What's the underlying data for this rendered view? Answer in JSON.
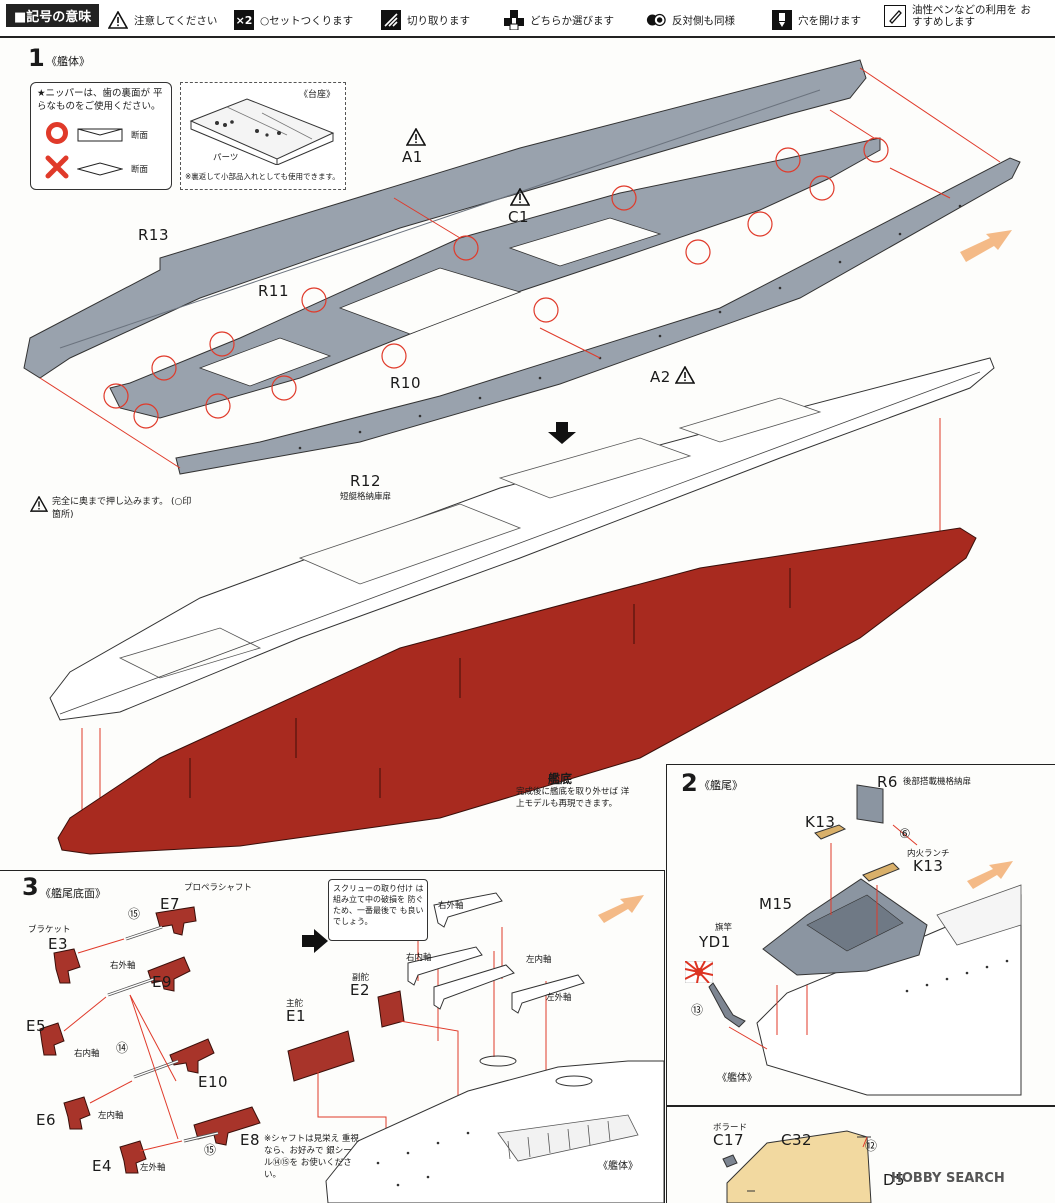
{
  "legend": {
    "title": "■記号の意味",
    "items": [
      {
        "icon": "warning-icon",
        "glyph": "⚠",
        "label": "注意してください"
      },
      {
        "icon": "set-x2-icon",
        "glyph": "×2",
        "label": "○セットつくります"
      },
      {
        "icon": "cut-icon",
        "glyph": "✂",
        "label": "切り取ります"
      },
      {
        "icon": "either-icon",
        "glyph": "◐",
        "label": "どちらか選びます"
      },
      {
        "icon": "mirror-icon",
        "glyph": "●",
        "label": "反対側も同様"
      },
      {
        "icon": "drill-icon",
        "glyph": "▼",
        "label": "穴を開けます"
      },
      {
        "icon": "pen-icon",
        "glyph": "✎",
        "label": "油性ペンなどの利用を おすすめします"
      }
    ]
  },
  "step1": {
    "number": "1",
    "title": "《艦体》",
    "nipper_note": "★ニッパーは、歯の裏面が 平らなものをご使用ください。",
    "cross_section": "断面",
    "stand_title": "《台座》",
    "stand_parts": "パーツ",
    "stand_note": "※裏返して小部品入れとしても使用できます。",
    "parts": {
      "a1": "A1",
      "c1": "C1",
      "a2": "A2",
      "r13": "R13",
      "r11": "R11",
      "r10": "R10",
      "r12": "R12"
    },
    "r12_caption": "短艇格納庫扉",
    "push_note": "完全に奥まで押し込みます。 (○印箇所)",
    "hull_bottom": "艦底",
    "hull_bottom_note": "完成後に艦底を取り外せば 洋上モデルも再現できます。"
  },
  "step2": {
    "number": "2",
    "title": "《艦尾》",
    "parts": {
      "r6": "R6",
      "k13a": "K13",
      "k13b": "K13",
      "m15": "M15",
      "yd1": "YD1"
    },
    "r6_caption": "後部搭載機格納扉",
    "k13_caption": "内火ランチ",
    "flagpole": "旗竿",
    "circle6": "⑥",
    "circle13": "⑬",
    "hull_label": "《艦体》"
  },
  "step3": {
    "number": "3",
    "title": "《艦尾底面》",
    "propeller_shaft": "プロペラシャフト",
    "bracket": "ブラケット",
    "parts": {
      "e7": "E7",
      "e3": "E3",
      "e9": "E9",
      "e5": "E5",
      "e10": "E10",
      "e6": "E6",
      "e8": "E8",
      "e4": "E4",
      "e1": "E1",
      "e2": "E2"
    },
    "circle15a": "⑮",
    "circle14": "⑭",
    "circle15b": "⑮",
    "right_outer": "右外軸",
    "right_inner": "右内軸",
    "left_inner": "左内軸",
    "left_outer": "左外軸",
    "main_rudder": "主舵",
    "sub_rudder": "副舵",
    "screw_note": "スクリューの取り付け は組み立て中の破損を 防ぐため、一番最後で も良いでしょう。",
    "shaft_note": "※シャフトは見栄え 重視なら、お好みで 銀シール⑭⑮を お使いください。",
    "hull_label": "《艦体》",
    "r_outer": "右外軸",
    "r_inner": "右内軸",
    "l_inner": "左内軸",
    "l_outer": "左外軸"
  },
  "step4": {
    "bollard": "ボラード",
    "parts": {
      "c17": "C17",
      "c32": "C32",
      "d": "D5"
    },
    "circle12": "⑫"
  },
  "watermark": "HOBBY SEARCH",
  "colors": {
    "hull_gray": "#9aa4b0",
    "hull_red": "#a82a1f",
    "accent_red": "#e03a2a",
    "part_red": "#a8342a"
  }
}
